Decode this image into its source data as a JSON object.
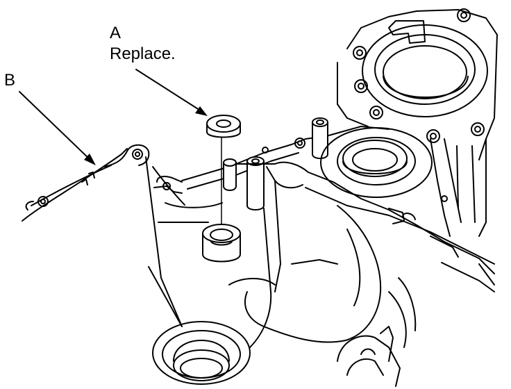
{
  "callouts": {
    "a": {
      "letter": "A",
      "text": "Replace."
    },
    "b": {
      "letter": "B"
    }
  },
  "colors": {
    "line": "#000000",
    "background": "#ffffff"
  }
}
